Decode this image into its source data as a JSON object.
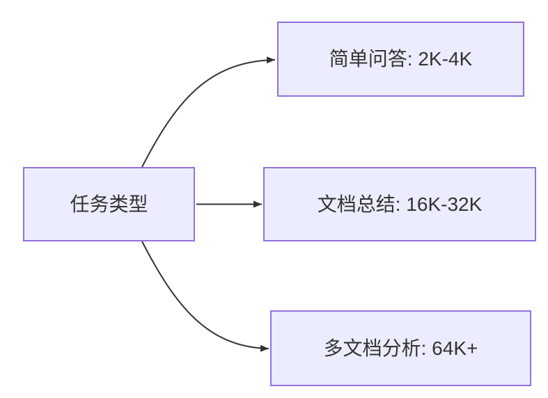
{
  "diagram": {
    "type": "flowchart",
    "direction": "left-to-right",
    "colors": {
      "node_fill": "#ECECFF",
      "node_border": "#9370DB",
      "edge": "#333333",
      "text": "#333333",
      "background": "#FFFFFF"
    },
    "nodes": {
      "root": {
        "id": "task-type",
        "label": "任务类型"
      },
      "top": {
        "id": "simple-qa",
        "label": "简单问答: 2K-4K"
      },
      "middle": {
        "id": "doc-summary",
        "label": "文档总结: 16K-32K"
      },
      "bottom": {
        "id": "multi-doc-analysis",
        "label": "多文档分析: 64K+"
      }
    },
    "edges": [
      {
        "from": "task-type",
        "to": "simple-qa",
        "arrow": "true"
      },
      {
        "from": "task-type",
        "to": "doc-summary",
        "arrow": "true"
      },
      {
        "from": "task-type",
        "to": "multi-doc-analysis",
        "arrow": "true"
      }
    ]
  }
}
